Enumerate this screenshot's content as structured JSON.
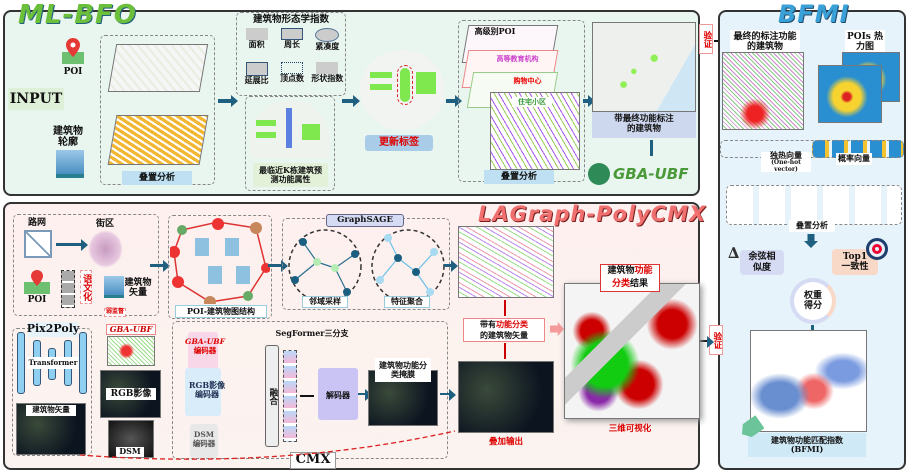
{
  "ml_bfo": {
    "title": "ML-BFO",
    "input": "INPUT",
    "poi": "POI",
    "building_outline": "建筑物轮廓",
    "overlay1": "叠置分析",
    "morph_title": "建筑物形态学指数",
    "morph": [
      "面积",
      "周长",
      "紧凑度",
      "延展比",
      "顶点数",
      "形状指数"
    ],
    "knn": "最临近K栋建筑预测功能属性",
    "update": "更新标签",
    "poi_levels": [
      "高级别POI",
      "高等教育机构",
      "购物中心",
      "住宅小区"
    ],
    "overlay2": "叠置分析",
    "final": "带最终功能标注的建筑物",
    "gba_ubf": "GBA-UBF",
    "verify": "验证"
  },
  "bfmi": {
    "title": "BFMI",
    "final_label": "最终的标注功能的建筑物",
    "heatmap": "POIs 热力图",
    "onehot": "独热向量",
    "onehot_en": "(One-hot vector)",
    "prob": "概率向量",
    "overlay": "叠置分析",
    "cosine": "余弦相似度",
    "top1": "Top1 一致性",
    "weighted": "权重得分",
    "result": "建筑物功能匹配指数 (BFMI)"
  },
  "lagraph": {
    "title": "LAGraph-PolyCMX",
    "road": "路网",
    "block": "街区",
    "poi": "POI",
    "semantic": "语文化",
    "building_vector": "建筑物矢量",
    "weak": "弱监督",
    "graph": "POI-建筑物图结构",
    "graphsage": "GraphSAGE",
    "sampling": "邻域采样",
    "aggregation": "特征聚合",
    "pix2poly": "Pix2Poly",
    "transformer": "Transformer",
    "pix_vector": "建筑物矢量",
    "gba_ubf": "GBA-UBF",
    "rgb": "RGB影像",
    "dsm": "DSM",
    "segformer": "SegFormer三分支",
    "gba_encoder_top": "GBA-UBF",
    "gba_encoder": "编码器",
    "rgb_encoder": "RGB影像编码器",
    "dsm_encoder": "DSM编码器",
    "fusion": "融合",
    "decoder": "解码器",
    "mask": "建筑物功能分类掩膜",
    "cmx": "CMX",
    "classified_vector_a": "带有",
    "classified_vector_b": "功能分类",
    "classified_vector_c": "的建筑物矢量",
    "overlay_output": "叠加输出",
    "result_a": "建筑物",
    "result_b": "功能",
    "result_c": "分类",
    "result_d": "结果",
    "viz3d": "三维可视化",
    "verify": "验证"
  }
}
